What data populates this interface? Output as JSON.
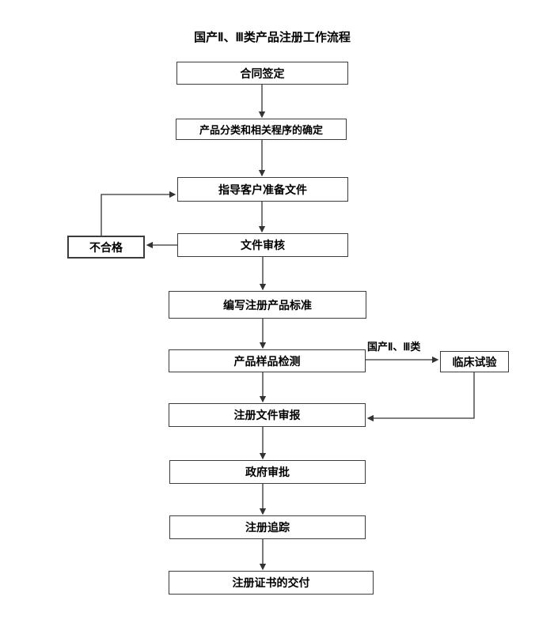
{
  "title": "国产Ⅱ、Ⅲ类产品注册工作流程",
  "flow": {
    "nodes": [
      {
        "id": "contract-signing",
        "label": "合同签定"
      },
      {
        "id": "product-classification",
        "label": "产品分类和相关程序的确定"
      },
      {
        "id": "guide-customer-prepare-documents",
        "label": "指导客户准备文件"
      },
      {
        "id": "document-review",
        "label": "文件审核"
      },
      {
        "id": "unqualified",
        "label": "不合格"
      },
      {
        "id": "write-registration-product-standard",
        "label": "编写注册产品标准"
      },
      {
        "id": "product-sample-testing",
        "label": "产品样品检测"
      },
      {
        "id": "clinical-trial",
        "label": "临床试验"
      },
      {
        "id": "registration-document-filing",
        "label": "注册文件审报"
      },
      {
        "id": "government-approval",
        "label": "政府审批"
      },
      {
        "id": "registration-tracking",
        "label": "注册追踪"
      },
      {
        "id": "registration-certificate-delivery",
        "label": "注册证书的交付"
      }
    ],
    "edge_label": "国产Ⅱ、Ⅲ类",
    "edges": [
      {
        "from": "contract-signing",
        "to": "product-classification"
      },
      {
        "from": "product-classification",
        "to": "guide-customer-prepare-documents"
      },
      {
        "from": "guide-customer-prepare-documents",
        "to": "document-review"
      },
      {
        "from": "document-review",
        "to": "unqualified"
      },
      {
        "from": "unqualified",
        "to": "guide-customer-prepare-documents"
      },
      {
        "from": "document-review",
        "to": "write-registration-product-standard"
      },
      {
        "from": "write-registration-product-standard",
        "to": "product-sample-testing"
      },
      {
        "from": "product-sample-testing",
        "to": "clinical-trial",
        "label": "国产Ⅱ、Ⅲ类"
      },
      {
        "from": "product-sample-testing",
        "to": "registration-document-filing"
      },
      {
        "from": "clinical-trial",
        "to": "registration-document-filing"
      },
      {
        "from": "registration-document-filing",
        "to": "government-approval"
      },
      {
        "from": "government-approval",
        "to": "registration-tracking"
      },
      {
        "from": "registration-tracking",
        "to": "registration-certificate-delivery"
      }
    ],
    "colors": {
      "line": "#333333",
      "border": "#3c3c3c",
      "text": "#000000",
      "background": "#ffffff"
    }
  }
}
